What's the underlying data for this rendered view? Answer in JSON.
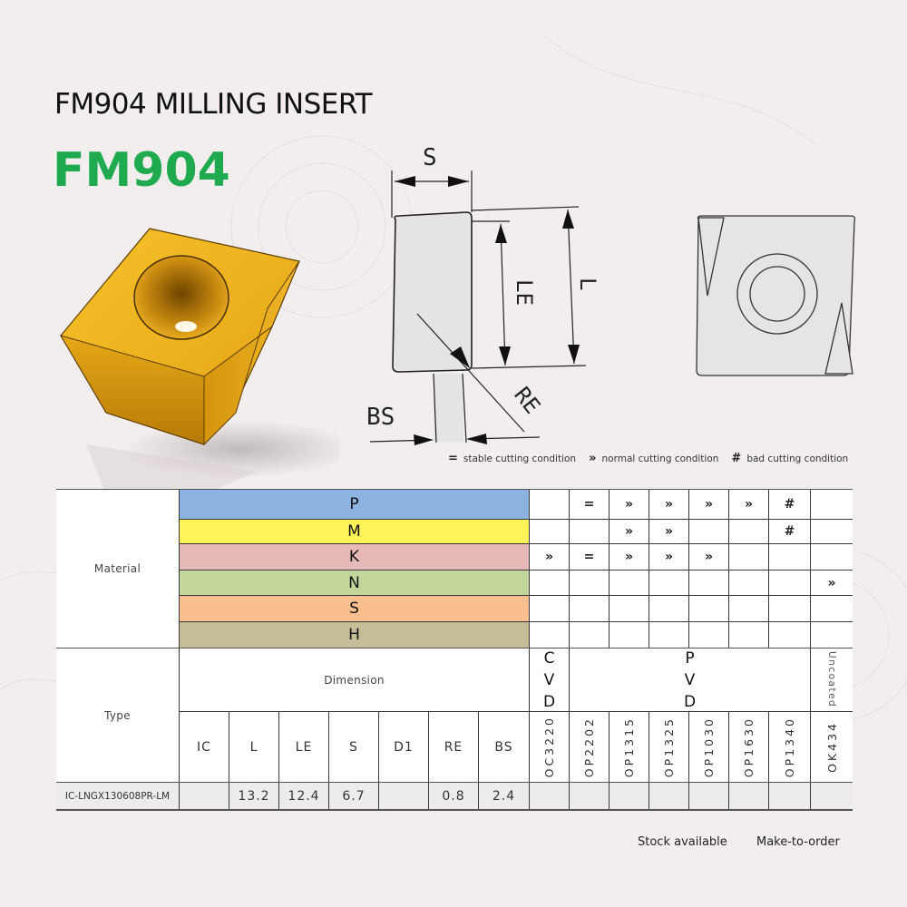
{
  "header": {
    "subtitle": "FM904 MILLING INSERT",
    "title": "FM904"
  },
  "colors": {
    "title_green": "#1faa50",
    "insert_gold": "#e8a91a",
    "material_P": "#8db3e2",
    "material_M": "#fff35a",
    "material_K": "#e6b8b7",
    "material_N": "#c3d69b",
    "material_S": "#fabf8f",
    "material_H": "#c4bd97"
  },
  "drawing": {
    "labels": {
      "s": "S",
      "le": "LE",
      "l": "L",
      "re": "RE",
      "bs": "BS"
    }
  },
  "legend": {
    "items": [
      {
        "symbol": "=",
        "label": "stable cutting condition"
      },
      {
        "symbol": "»",
        "label": "normal cutting condition"
      },
      {
        "symbol": "#",
        "label": "bad cutting condition"
      }
    ]
  },
  "table": {
    "material_label": "Material",
    "type_label": "Type",
    "dimension_label": "Dimension",
    "materials": [
      {
        "code": "P",
        "marks": [
          "",
          "=",
          "»",
          "»",
          "»",
          "»",
          "#",
          ""
        ]
      },
      {
        "code": "M",
        "marks": [
          "",
          "",
          "»",
          "»",
          "",
          "",
          "#",
          ""
        ]
      },
      {
        "code": "K",
        "marks": [
          "»",
          "=",
          "»",
          "»",
          "»",
          "",
          "",
          ""
        ]
      },
      {
        "code": "N",
        "marks": [
          "",
          "",
          "",
          "",
          "",
          "",
          "",
          "»"
        ]
      },
      {
        "code": "S",
        "marks": [
          "",
          "",
          "",
          "",
          "",
          "",
          "",
          ""
        ]
      },
      {
        "code": "H",
        "marks": [
          "",
          "",
          "",
          "",
          "",
          "",
          "",
          ""
        ]
      }
    ],
    "coating_groups": {
      "cvd": [
        "C",
        "V",
        "D"
      ],
      "pvd": [
        "P",
        "V",
        "D"
      ],
      "uncoated": "Uncoated"
    },
    "dimension_columns": [
      "IC",
      "L",
      "LE",
      "S",
      "D1",
      "RE",
      "BS"
    ],
    "grades": [
      "OC3220",
      "OP2202",
      "OP1315",
      "OP1325",
      "OP1030",
      "OP1630",
      "OP1340",
      "OK434"
    ],
    "rows": [
      {
        "type": "IC-LNGX130608PR-LM",
        "dims": [
          "",
          "13.2",
          "12.4",
          "6.7",
          "",
          "0.8",
          "2.4"
        ],
        "grades": [
          "",
          "",
          "",
          "",
          "",
          "",
          "",
          ""
        ]
      }
    ]
  },
  "footer": {
    "stock_label": "Stock available",
    "order_label": "Make-to-order"
  }
}
